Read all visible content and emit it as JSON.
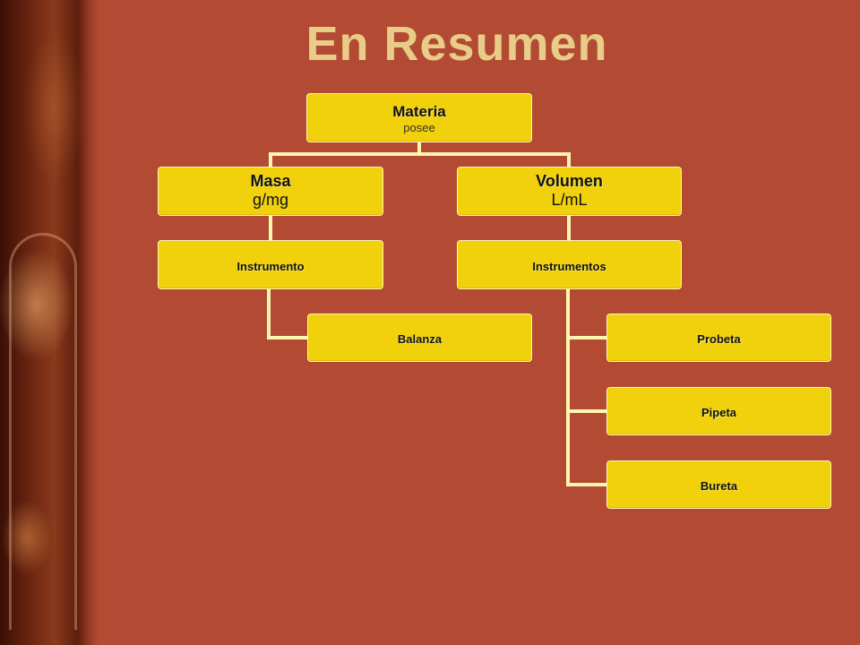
{
  "slide": {
    "title": "En Resumen"
  },
  "diagram": {
    "root": {
      "label": "Materia",
      "sublabel": "posee"
    },
    "masa": {
      "label": "Masa",
      "sublabel": "g/mg"
    },
    "volumen": {
      "label": "Volumen",
      "sublabel": "L/mL"
    },
    "instrumento": {
      "label": "Instrumento"
    },
    "instrumentos": {
      "label": "Instrumentos"
    },
    "balanza": {
      "label": "Balanza"
    },
    "probeta": {
      "label": "Probeta"
    },
    "pipeta": {
      "label": "Pipeta"
    },
    "bureta": {
      "label": "Bureta"
    }
  },
  "colors": {
    "background": "#b34a33",
    "node_fill": "#f0d10c",
    "connector": "#fff6b0",
    "title": "#e8cc88"
  }
}
